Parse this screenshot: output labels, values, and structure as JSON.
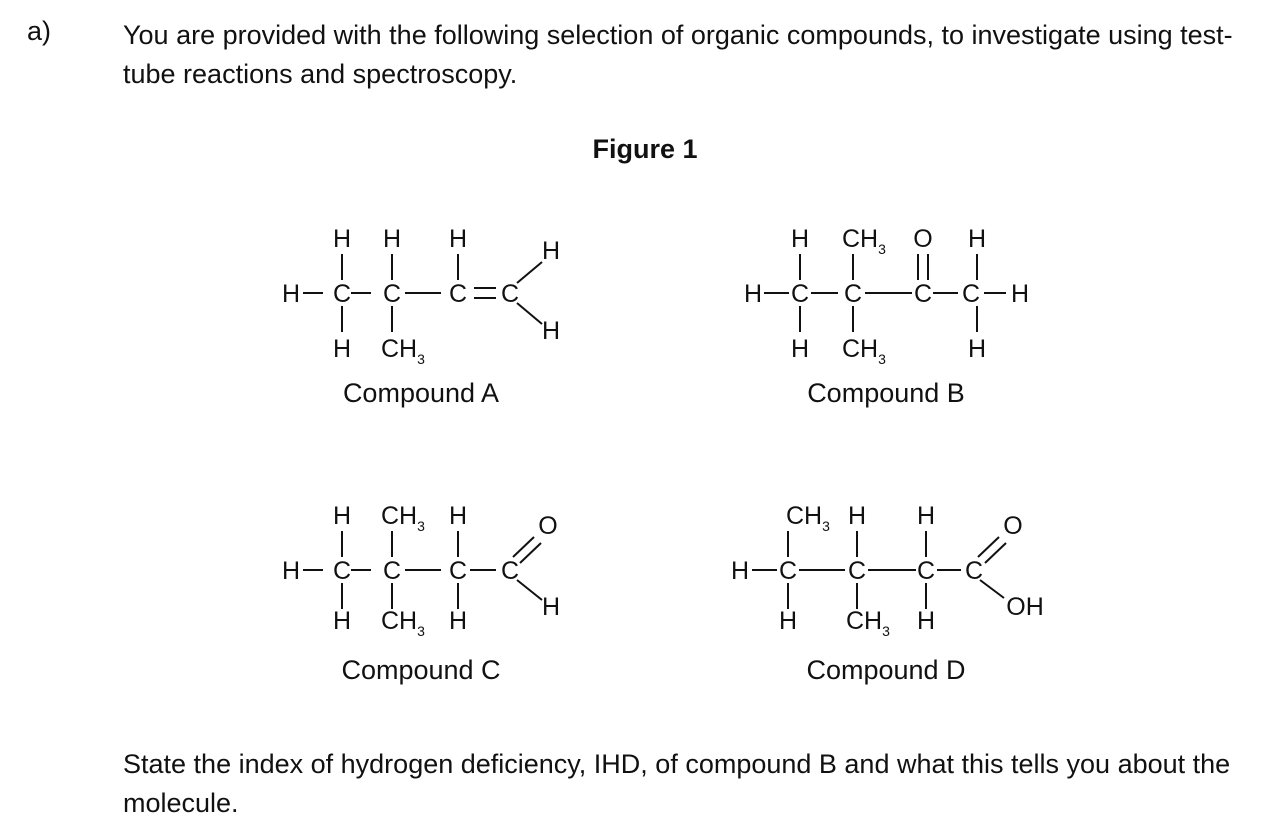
{
  "question_label": "a)",
  "intro": "You are provided with the following selection of organic compounds, to investigate using test-tube reactions and spectroscopy.",
  "figure_title": "Figure 1",
  "compounds": {
    "a": {
      "caption": "Compound A",
      "atoms": {
        "h": "H",
        "c": "C",
        "ch": "CH",
        "sub": "3"
      }
    },
    "b": {
      "caption": "Compound B",
      "atoms": {
        "h": "H",
        "c": "C",
        "ch": "CH",
        "sub": "3",
        "o": "O"
      }
    },
    "c": {
      "caption": "Compound C",
      "atoms": {
        "h": "H",
        "c": "C",
        "ch": "CH",
        "sub": "3",
        "o": "O"
      }
    },
    "d": {
      "caption": "Compound D",
      "atoms": {
        "h": "H",
        "c": "C",
        "ch": "CH",
        "sub": "3",
        "o": "O",
        "oh": "OH"
      }
    }
  },
  "question": "State the index of hydrogen deficiency, IHD, of compound B and what this tells you about the molecule."
}
